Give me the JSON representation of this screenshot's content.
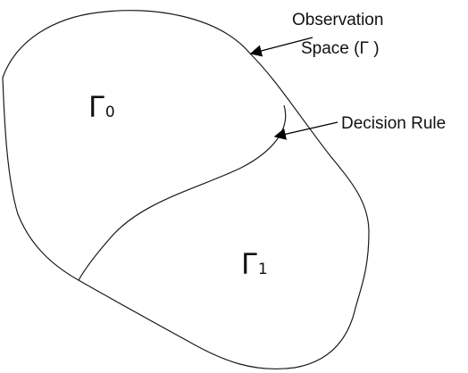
{
  "diagram": {
    "regions": [
      {
        "symbol": "Γ",
        "subscript": "0"
      },
      {
        "symbol": "Γ",
        "subscript": "1"
      }
    ],
    "annotations": {
      "observation_space": {
        "line1": "Observation",
        "line2": "Space (Γ )"
      },
      "decision_rule": "Decision Rule"
    }
  }
}
